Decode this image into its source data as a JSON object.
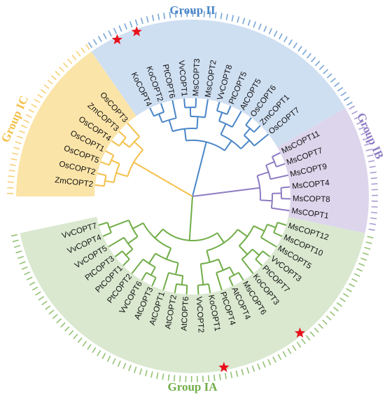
{
  "title": "",
  "groups": [
    {
      "id": "IA",
      "label": "Group IA",
      "color": "#70ad47",
      "fill": "#d9e8cf",
      "leaves": [
        "MsCOPT12",
        "MsCOPT10",
        "MsCOPT5",
        "VvCOPT3",
        "PtCOPT7",
        "KoCOPT3",
        "MsCOPT6",
        "AtCOPT4",
        "PtCOPT4",
        "KoCOPT1",
        "VvCOPT2",
        "AtCOPT6",
        "AtCOPT2",
        "AtCOPT1",
        "AtCOPT3",
        "VvCOPT6",
        "PtCOPT2",
        "PtCOPT1",
        "PtCOPT3",
        "VvCOPT5",
        "VvCOPT4",
        "VvCOPT7"
      ]
    },
    {
      "id": "IB",
      "label": "Group IB",
      "color": "#8e7cc3",
      "fill": "#ddd5ec",
      "leaves": [
        "MsCOPT11",
        "MsCOPT7",
        "MsCOPT9",
        "MsCOPT4",
        "MsCOPT8",
        "MsCOPT1"
      ]
    },
    {
      "id": "II",
      "label": "Group II",
      "color": "#4a86c8",
      "fill": "#cfdff2",
      "leaves": [
        "KoCOPT4",
        "KoCOPT2",
        "PtCOPT6",
        "VvCOPT1",
        "MsCOPT3",
        "MsCOPT2",
        "VvCOPT8",
        "PtCOPT5",
        "AtCOPT5",
        "OsCOPT6",
        "ZmCOPT1",
        "OsCOPT7"
      ]
    },
    {
      "id": "IC",
      "label": "Group IC",
      "color": "#f4c04a",
      "fill": "#fbe4a8",
      "leaves": [
        "ZmCOPT2",
        "OsCOPT2",
        "OsCOPT5",
        "OsCOPT1",
        "OsCOPT4",
        "ZmCOPT3",
        "OsCOPT3"
      ]
    }
  ],
  "marked": [
    "KoCOPT2",
    "KoCOPT4",
    "KoCOPT3",
    "KoCOPT1"
  ],
  "star_color": "#e8101a"
}
